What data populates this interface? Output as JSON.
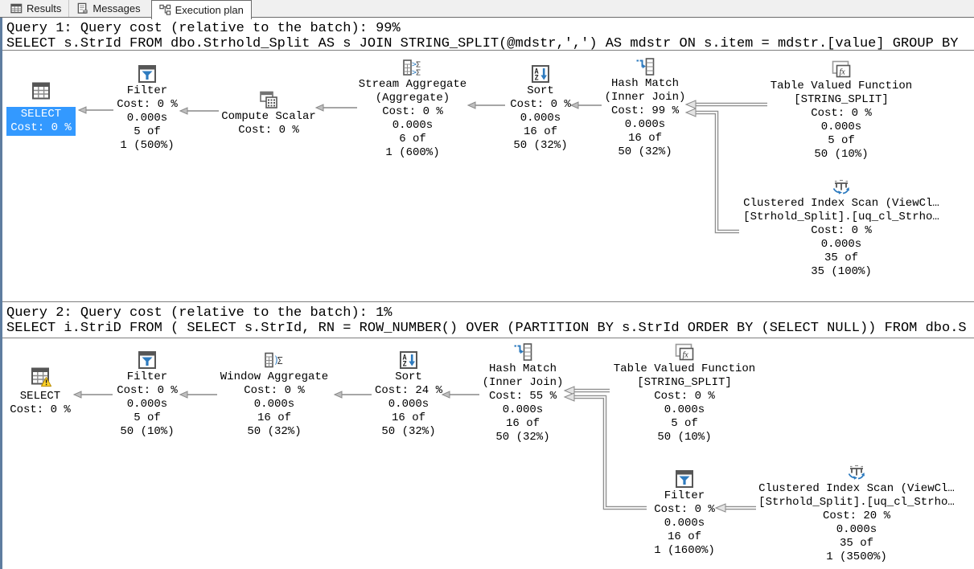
{
  "tabs": [
    {
      "label": "Results",
      "icon": "results-grid-icon",
      "active": false
    },
    {
      "label": "Messages",
      "icon": "messages-icon",
      "active": false
    },
    {
      "label": "Execution plan",
      "icon": "execution-plan-icon",
      "active": true
    }
  ],
  "queries": [
    {
      "header": "Query 1: Query cost (relative to the batch): 99%",
      "sql": "SELECT s.StrId FROM dbo.Strhold_Split AS s JOIN STRING_SPLIT(@mdstr,',') AS mdstr ON s.item = mdstr.[value] GROUP BY",
      "nodes": [
        {
          "name": "SELECT",
          "selected": true,
          "lines": [
            "SELECT",
            "Cost: 0 %"
          ]
        },
        {
          "name": "Filter",
          "lines": [
            "Filter",
            "Cost: 0 %",
            "0.000s",
            "5 of",
            "1 (500%)"
          ]
        },
        {
          "name": "Compute Scalar",
          "lines": [
            "Compute Scalar",
            "Cost: 0 %"
          ]
        },
        {
          "name": "Stream Aggregate",
          "lines": [
            "Stream Aggregate",
            "(Aggregate)",
            "Cost: 0 %",
            "0.000s",
            "6 of",
            "1 (600%)"
          ]
        },
        {
          "name": "Sort",
          "lines": [
            "Sort",
            "Cost: 0 %",
            "0.000s",
            "16 of",
            "50 (32%)"
          ]
        },
        {
          "name": "Hash Match",
          "lines": [
            "Hash Match",
            "(Inner Join)",
            "Cost: 99 %",
            "0.000s",
            "16 of",
            "50 (32%)"
          ]
        },
        {
          "name": "Table Valued Function",
          "lines": [
            "Table Valued Function",
            "[STRING_SPLIT]",
            "Cost: 0 %",
            "0.000s",
            "5 of",
            "50 (10%)"
          ]
        },
        {
          "name": "Clustered Index Scan",
          "lines": [
            "Clustered Index Scan (ViewCl…",
            "[Strhold_Split].[uq_cl_Strho…",
            "Cost: 0 %",
            "0.000s",
            "35 of",
            "35 (100%)"
          ]
        }
      ]
    },
    {
      "header": "Query 2: Query cost (relative to the batch): 1%",
      "sql": "SELECT i.StriD FROM ( SELECT s.StrId, RN = ROW_NUMBER() OVER (PARTITION BY s.StrId ORDER BY (SELECT NULL)) FROM dbo.S",
      "nodes": [
        {
          "name": "SELECT",
          "warning": true,
          "lines": [
            "SELECT",
            "Cost: 0 %"
          ]
        },
        {
          "name": "Filter",
          "lines": [
            "Filter",
            "Cost: 0 %",
            "0.000s",
            "5 of",
            "50 (10%)"
          ]
        },
        {
          "name": "Window Aggregate",
          "lines": [
            "Window Aggregate",
            "Cost: 0 %",
            "0.000s",
            "16 of",
            "50 (32%)"
          ]
        },
        {
          "name": "Sort",
          "lines": [
            "Sort",
            "Cost: 24 %",
            "0.000s",
            "16 of",
            "50 (32%)"
          ]
        },
        {
          "name": "Hash Match",
          "lines": [
            "Hash Match",
            "(Inner Join)",
            "Cost: 55 %",
            "0.000s",
            "16 of",
            "50 (32%)"
          ]
        },
        {
          "name": "Table Valued Function",
          "lines": [
            "Table Valued Function",
            "[STRING_SPLIT]",
            "Cost: 0 %",
            "0.000s",
            "5 of",
            "50 (10%)"
          ]
        },
        {
          "name": "Filter",
          "lines": [
            "Filter",
            "Cost: 0 %",
            "0.000s",
            "16 of",
            "1 (1600%)"
          ]
        },
        {
          "name": "Clustered Index Scan",
          "lines": [
            "Clustered Index Scan (ViewCl…",
            "[Strhold_Split].[uq_cl_Strho…",
            "Cost: 20 %",
            "0.000s",
            "35 of",
            "1 (3500%)"
          ]
        }
      ]
    }
  ],
  "colors": {
    "selection_highlight": "#3399ff",
    "icon_blue": "#2e7bbf",
    "connector_gray": "#a6a6a6",
    "warning_yellow": "#f4c61f",
    "tabbar_bg": "#f0f0f0"
  }
}
